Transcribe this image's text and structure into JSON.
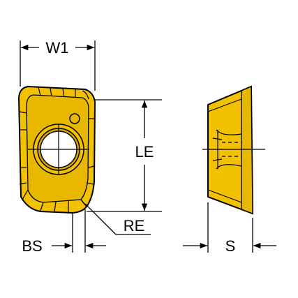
{
  "labels": {
    "w1": "W1",
    "le": "LE",
    "re": "RE",
    "bs": "BS",
    "s": "S"
  },
  "colors": {
    "insert_fill": "#f2c200",
    "insert_shade": "#d9a800",
    "outline": "#000000",
    "background": "#ffffff"
  }
}
